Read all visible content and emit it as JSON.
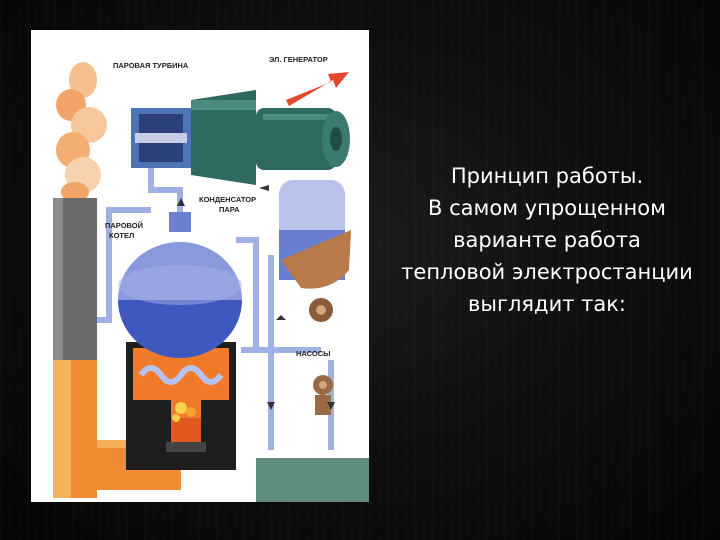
{
  "slide": {
    "caption_lines": [
      "Принцип работы.",
      "В самом упрощенном",
      "варианте работа",
      "тепловой электростанции",
      "выглядит так:"
    ]
  },
  "diagram": {
    "labels": {
      "turbine": "ПАРОВАЯ ТУРБИНА",
      "generator": "ЭЛ. ГЕНЕРАТОР",
      "condenser_line1": "КОНДЕНСАТОР",
      "condenser_line2": "ПАРА",
      "boiler_line1": "ПАРОВОЙ",
      "boiler_line2": "КОТЕЛ",
      "pumps": "НАСОСЫ"
    },
    "colors": {
      "steam": "#f5b47a",
      "chimney": "#6b6b6b",
      "boiler": "#7f8fd8",
      "turbine": "#2f6a62",
      "fire": "#f07a2a",
      "ground": "#5a8a78",
      "pipe": "#a9b7e6",
      "arrow_red": "#e4472e"
    }
  }
}
